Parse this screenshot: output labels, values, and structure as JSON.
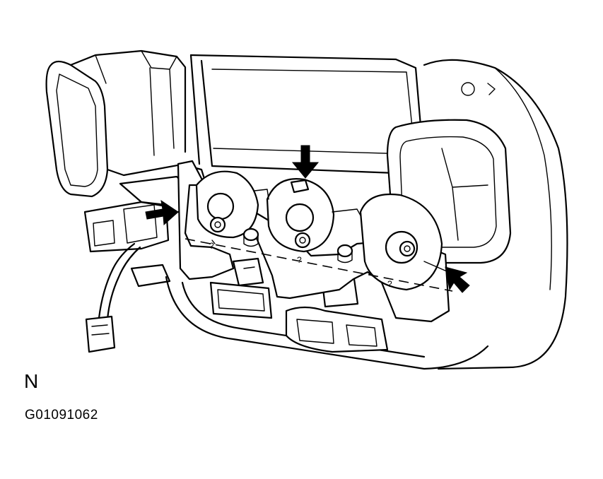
{
  "figure": {
    "view_letter": "N",
    "figure_code": "G01091062"
  },
  "arrows": [
    {
      "name": "left-control-arrow",
      "direction": "right"
    },
    {
      "name": "center-control-arrow",
      "direction": "down"
    },
    {
      "name": "right-control-arrow",
      "direction": "up-left"
    }
  ],
  "colors": {
    "line": "#000000",
    "background": "#ffffff"
  }
}
